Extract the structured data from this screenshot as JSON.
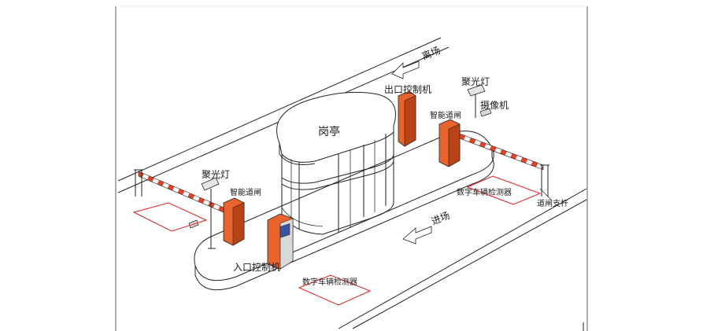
{
  "labels": {
    "exit_direction": "离场",
    "enter_direction": "进场",
    "booth": "岗亭",
    "exit_controller": "出口控制机",
    "entry_controller": "入口控制机",
    "spotlight_top": "聚光灯",
    "spotlight_left": "聚光灯",
    "camera": "摄像机",
    "smart_gate_top": "智能道闸",
    "smart_gate_left": "智能道闸",
    "detector_top": "数字车辆检测器",
    "detector_bottom": "数字车辆检测器",
    "boom_support": "道闸支杆"
  },
  "colors": {
    "gate_orange": "#e8642c",
    "gate_dark": "#b94314",
    "boom_red": "#e0442a",
    "detector_red": "#e02020",
    "panel_blue": "#3a55a0",
    "line": "#222222"
  }
}
